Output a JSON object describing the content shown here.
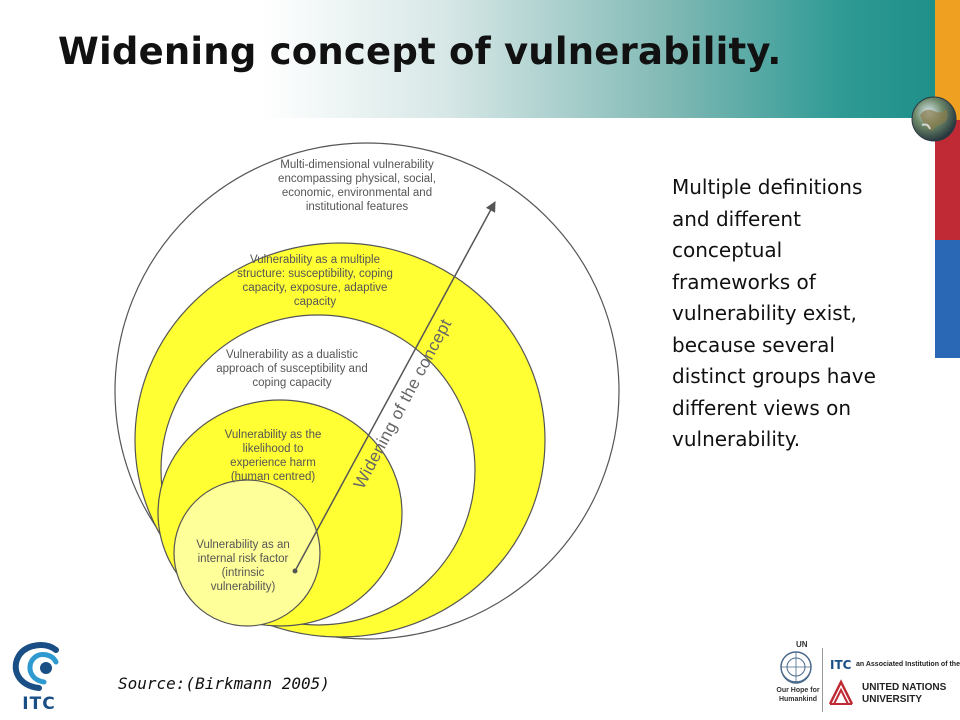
{
  "title": "Widening concept of vulnerability.",
  "description": "Multiple definitions and different conceptual frameworks of vulnerability exist, because several distinct groups have different views on vulnerability.",
  "source": "Source:(Birkmann 2005)",
  "diagram": {
    "rings": [
      {
        "name": "multi-dimensional",
        "fill": "#ffffff",
        "lines": [
          "Multi-dimensional vulnerability",
          "encompassing physical, social,",
          "economic, environmental and",
          "institutional features"
        ]
      },
      {
        "name": "multiple-structure",
        "fill": "#ffff33",
        "lines": [
          "Vulnerability as a multiple",
          "structure: susceptibility, coping",
          "capacity, exposure, adaptive",
          "capacity"
        ]
      },
      {
        "name": "dualistic",
        "fill": "#ffffff",
        "lines": [
          "Vulnerability as a dualistic",
          "approach of susceptibility and",
          "coping capacity"
        ]
      },
      {
        "name": "likelihood",
        "fill": "#ffff33",
        "lines": [
          "Vulnerability as the",
          "likelihood to",
          "experience harm",
          "(human centred)"
        ]
      },
      {
        "name": "internal-risk",
        "fill": "#ffff99",
        "lines": [
          "Vulnerability as an",
          "internal risk factor",
          "(intrinsic",
          "vulnerability)"
        ]
      }
    ],
    "arrow_label": "Widening of the concept"
  },
  "colors": {
    "orange": "#f0a020",
    "red": "#c02a34",
    "blue": "#2a67b4",
    "ring_yellow": "#ffff33",
    "core_yellow": "#ffff99"
  },
  "logos": {
    "itc": "ITC",
    "un_top": "UN",
    "un_tagline": "Our Hope for Humankind",
    "itc_small": "ITC",
    "associated": "an Associated Institution of the",
    "unu": "UNITED NATIONS UNIVERSITY"
  }
}
